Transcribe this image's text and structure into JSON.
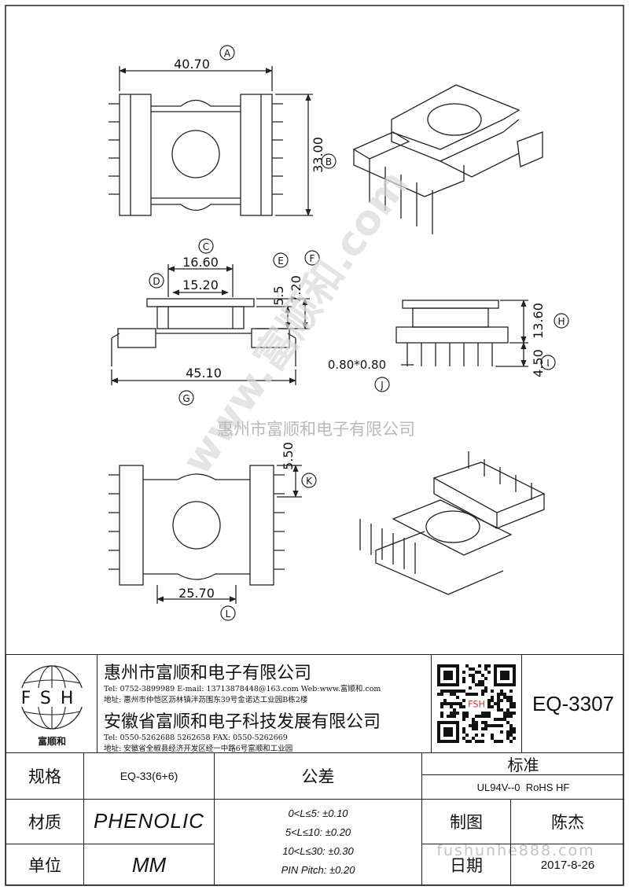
{
  "drawing": {
    "callouts": [
      "A",
      "B",
      "C",
      "D",
      "E",
      "F",
      "G",
      "H",
      "I",
      "J",
      "K",
      "L"
    ],
    "dimensions": {
      "A": "40.70",
      "B": "33.00",
      "C": "16.60",
      "D": "15.20",
      "E": "5.5",
      "F": "7.20",
      "G": "45.10",
      "H": "13.60",
      "I": "4.50",
      "J": "0.80*0.80",
      "K": "5.50",
      "L": "25.70"
    },
    "watermark_main": "www.富顺和.com",
    "watermark_company": "惠州市富顺和电子有限公司",
    "watermark_site": "fushunhe888.com"
  },
  "title_block": {
    "logo_text": "FSH",
    "logo_caption": "富顺和",
    "company1": {
      "name": "惠州市富顺和电子有限公司",
      "contact": "Tel:   0752-3899989  E-mail: 13713878448@163.com  Web:www.富顺和.com",
      "address": "地址: 惠州市仲恺区沥林镇泮沥围东39号金诺达工业园B栋2楼"
    },
    "company2": {
      "name": "安徽省富顺和电子科技发展有限公司",
      "contact": "Tel:   0550-5262688  5262658        FAX:  0550-5262669",
      "address": "地址: 安徽省全椒县经济开发区经一中路6号富顺和工业园"
    },
    "qr_label": "FSH",
    "part_number": "EQ-3307",
    "spec_label": "规格",
    "spec_value": "EQ-33(6+6)",
    "material_label": "材质",
    "material_value": "PHENOLIC",
    "unit_label": "单位",
    "unit_value": "MM",
    "tolerance_label": "公差",
    "tolerances": [
      "0<L≤5: ±0.10",
      "5<L≤10: ±0.20",
      "10<L≤30: ±0.30",
      "PIN Pitch: ±0.20"
    ],
    "standard_label": "标准",
    "standard_value": "UL94V--0  RoHS HF",
    "drawn_label": "制图",
    "drawn_value": "陈杰",
    "date_label": "日期",
    "date_value": "2017-8-26"
  }
}
